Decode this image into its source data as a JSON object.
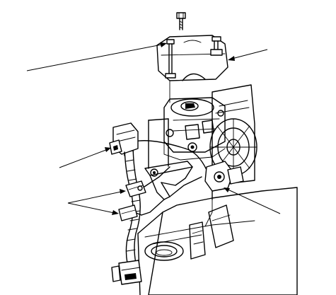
{
  "diagram": {
    "kind": "exploded-view line illustration",
    "parts": [
      {
        "name": "cover-mounting-bolt"
      },
      {
        "name": "distributor-cover"
      },
      {
        "name": "harness-connector"
      },
      {
        "name": "harness-clamps"
      },
      {
        "name": "clamp-bracket"
      }
    ],
    "colors": {
      "ink": "#000000",
      "background": "#ffffff"
    }
  }
}
